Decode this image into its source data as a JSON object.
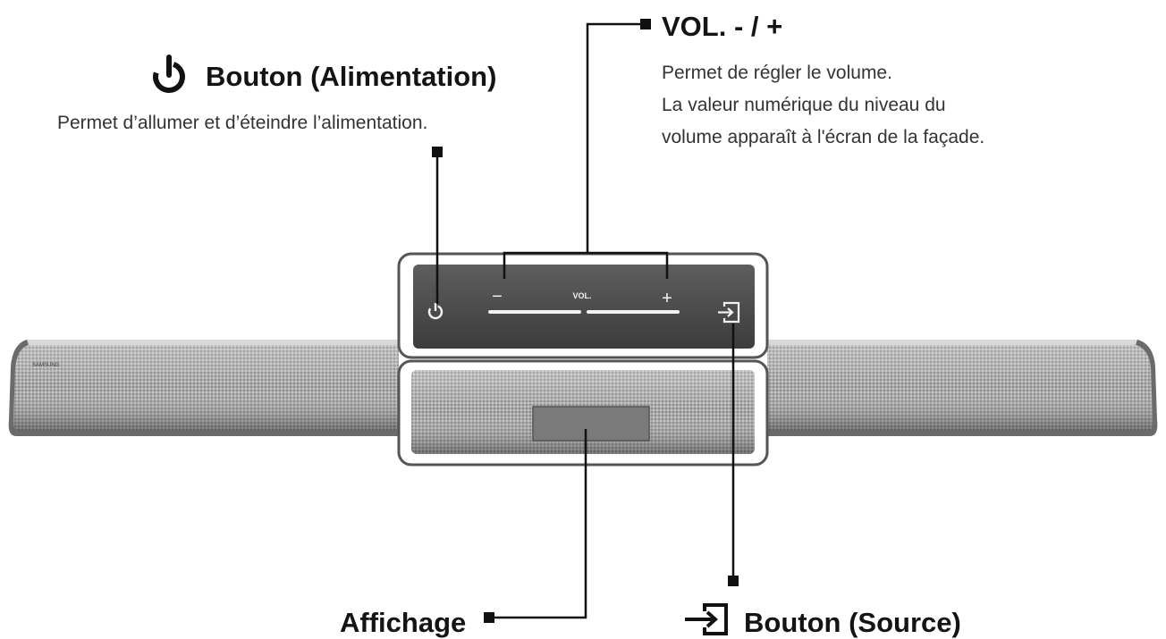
{
  "callouts": {
    "power": {
      "title": "Bouton (Alimentation)",
      "description": "Permet d’allumer et d’éteindre l’alimentation."
    },
    "volume": {
      "title": "VOL. - / +",
      "description_lines": [
        "Permet de régler le volume.",
        "La valeur numérique du niveau du",
        "volume apparaît à l'écran de la façade."
      ]
    },
    "display": {
      "title": "Affichage"
    },
    "source": {
      "title": "Bouton (Source)"
    }
  },
  "panel": {
    "vol_label": "VOL.",
    "minus": "−",
    "plus": "+"
  },
  "icons": {
    "power": "power-icon",
    "source": "source-input-icon"
  },
  "colors": {
    "text": "#141414",
    "panel": "#4a4a4a",
    "grille": "#9a9a9a"
  }
}
